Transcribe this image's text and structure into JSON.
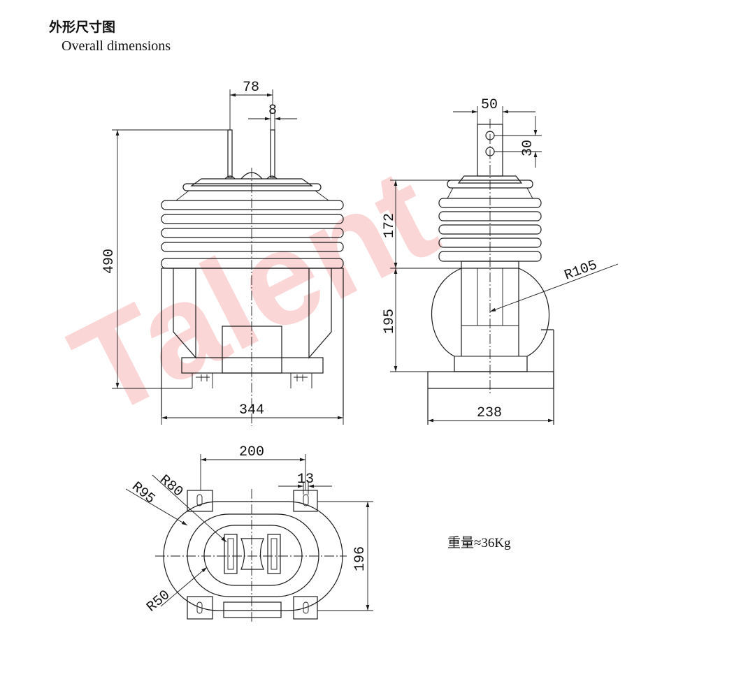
{
  "header": {
    "title_cn": "外形尺寸图",
    "title_en": "Overall dimensions"
  },
  "watermark": {
    "text": "Talent",
    "color": "#f7b6b6"
  },
  "front_view": {
    "dims": {
      "terminal_spacing": "78",
      "terminal_width": "8",
      "height_total": "490",
      "base_width": "344"
    }
  },
  "side_view": {
    "dims": {
      "terminal_width": "50",
      "hole_spacing": "30",
      "upper_height": "172",
      "lower_height": "195",
      "body_radius": "R105",
      "base_width": "238"
    }
  },
  "top_view": {
    "dims": {
      "mount_spacing": "200",
      "slot_width": "13",
      "depth": "196",
      "radius_outer": "R95",
      "radius_mid": "R80",
      "radius_inner": "R50"
    }
  },
  "weight_label": "重量≈36Kg",
  "colors": {
    "line": "#1a1a1a",
    "text": "#111111",
    "background": "#ffffff"
  }
}
